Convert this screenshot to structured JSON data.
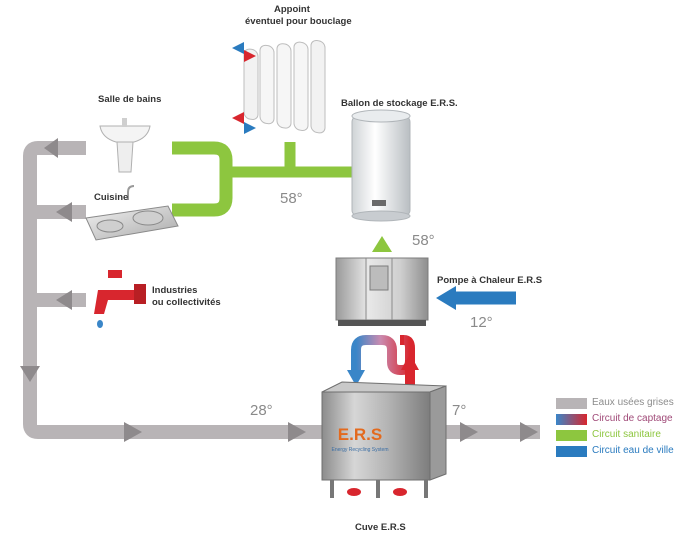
{
  "labels": {
    "appoint_line1": "Appoint",
    "appoint_line2": "éventuel pour bouclage",
    "salle_de_bains": "Salle de bains",
    "ballon": "Ballon de stockage E.R.S.",
    "cuisine": "Cuisine",
    "industries_line1": "Industries",
    "industries_line2": "ou collectivités",
    "pompe": "Pompe à Chaleur E.R.S",
    "cuve": "Cuve E.R.S"
  },
  "temperatures": {
    "sanitary_pipe": "58°",
    "pump_output": "58°",
    "city_water": "12°",
    "grey_inlet": "28°",
    "grey_outlet": "7°"
  },
  "tank_logo": {
    "text": "E.R.S",
    "subtext": "Energy Recycling System"
  },
  "legend": [
    {
      "label": "Eaux usées grises",
      "color": "#b8b4b6",
      "text_color": "#8c8c8c"
    },
    {
      "label": "Circuit de captage",
      "color_from": "#3a86c8",
      "color_to": "#d8262e",
      "text_color_from": "#3a86c8",
      "text_color_to": "#d8262e"
    },
    {
      "label": "Circuit sanitaire",
      "color": "#8dc63f",
      "text_color": "#8dc63f"
    },
    {
      "label": "Circuit eau de ville",
      "color": "#2a7bbf",
      "text_color": "#2a7bbf"
    }
  ],
  "colors": {
    "grey_water": "#b8b4b6",
    "sanitary": "#8dc63f",
    "city_water": "#2a7bbf",
    "capture_cold": "#3a86c8",
    "capture_hot": "#d8262e"
  }
}
